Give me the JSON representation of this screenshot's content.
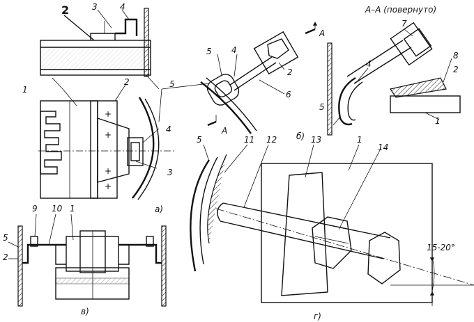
{
  "section_title": "А–А (повернуто)",
  "section_mark": "А",
  "angle": "15-20°",
  "captions": {
    "a": "а)",
    "b": "б)",
    "v": "в)",
    "g": "г)"
  },
  "labels": {
    "n1": "1",
    "n2": "2",
    "n3": "3",
    "n4": "4",
    "n5": "5",
    "n6": "6",
    "n7": "7",
    "n8": "8",
    "n9": "9",
    "n10": "10",
    "n11": "11",
    "n12": "12",
    "n13": "13",
    "n14": "14"
  }
}
